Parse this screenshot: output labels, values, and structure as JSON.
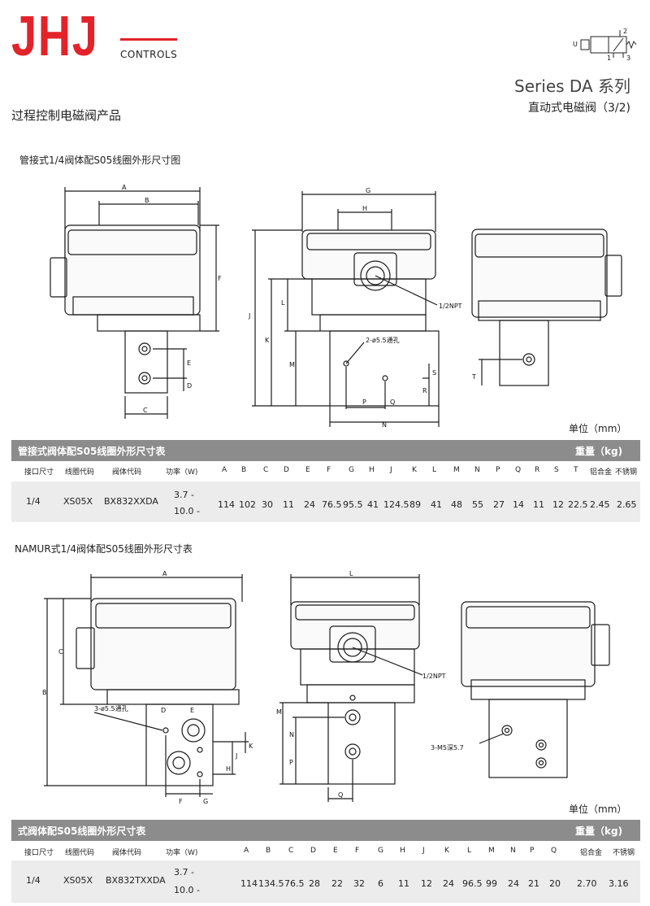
{
  "brand": {
    "logo_text": "JHJ",
    "sub": "CONTROLS",
    "color": "#e3232a"
  },
  "header": {
    "product_title": "过程控制电磁阀产品",
    "series": "Series DA 系列",
    "series_sub": "直动式电磁阀（3/2)",
    "symbol_ports": [
      "2",
      "1",
      "3"
    ]
  },
  "section1": {
    "label": "管接式1/4阀体配S05线圈外形尺寸图",
    "dims": {
      "A": "A",
      "B": "B",
      "C": "C",
      "D": "D",
      "E": "E",
      "F": "F",
      "G": "G",
      "H": "H",
      "J": "J",
      "K": "K",
      "L": "L",
      "M": "M",
      "N": "N",
      "P": "P",
      "Q": "Q",
      "R": "R",
      "S": "S",
      "T": "T"
    },
    "callout_npt": "1/2NPT",
    "callout_holes": "2-ø5.5通孔",
    "unit": "单位（mm）",
    "table_title": "管接式阀体配S05线圈外形尺寸表",
    "weight_label": "重量（kg)",
    "headers": [
      "接口尺寸",
      "线圈代码",
      "阀体代码",
      "功率（W)",
      "A",
      "B",
      "C",
      "D",
      "E",
      "F",
      "G",
      "H",
      "J",
      "K",
      "L",
      "M",
      "N",
      "P",
      "Q",
      "R",
      "S",
      "T",
      "铝合金",
      "不锈钢"
    ],
    "row": {
      "port": "1/4",
      "coil": "XS05X",
      "body": "BX832XXDA",
      "power1": "3.7  -",
      "power2": "10.0 -",
      "values": [
        "114",
        "102",
        "30",
        "11",
        "24",
        "76.5",
        "95.5",
        "41",
        "124.5",
        "89",
        "41",
        "48",
        "55",
        "27",
        "14",
        "11",
        "12",
        "22.5",
        "2.45",
        "2.65"
      ]
    }
  },
  "section2": {
    "label": "NAMUR式1/4阀体配S05线圈外形尺寸表",
    "callout_npt": "1/2NPT",
    "callout_holes": "3-ø5.5通孔",
    "callout_thread": "3-M5深5.7",
    "unit": "单位（mm）",
    "table_title": "式阀体配S05线圈外形尺寸表",
    "weight_label": "重量（kg)",
    "headers": [
      "接口尺寸",
      "线圈代码",
      "阀体代码",
      "功率（W)",
      "A",
      "B",
      "C",
      "D",
      "E",
      "F",
      "G",
      "H",
      "J",
      "K",
      "L",
      "M",
      "N",
      "P",
      "Q",
      "铝合金",
      "不锈钢"
    ],
    "row": {
      "port": "1/4",
      "coil": "XS05X",
      "body": "BX832TXXDA",
      "power1": "3.7  -",
      "power2": "10.0 -",
      "values": [
        "114",
        "134.5",
        "76.5",
        "28",
        "22",
        "32",
        "6",
        "11",
        "12",
        "24",
        "96.5",
        "99",
        "24",
        "21",
        "20",
        "2.70",
        "3.16"
      ]
    }
  },
  "colors": {
    "table_bar": "#8c8c8c",
    "table_row": "#ececec",
    "drawing": "#1a1a1a"
  }
}
